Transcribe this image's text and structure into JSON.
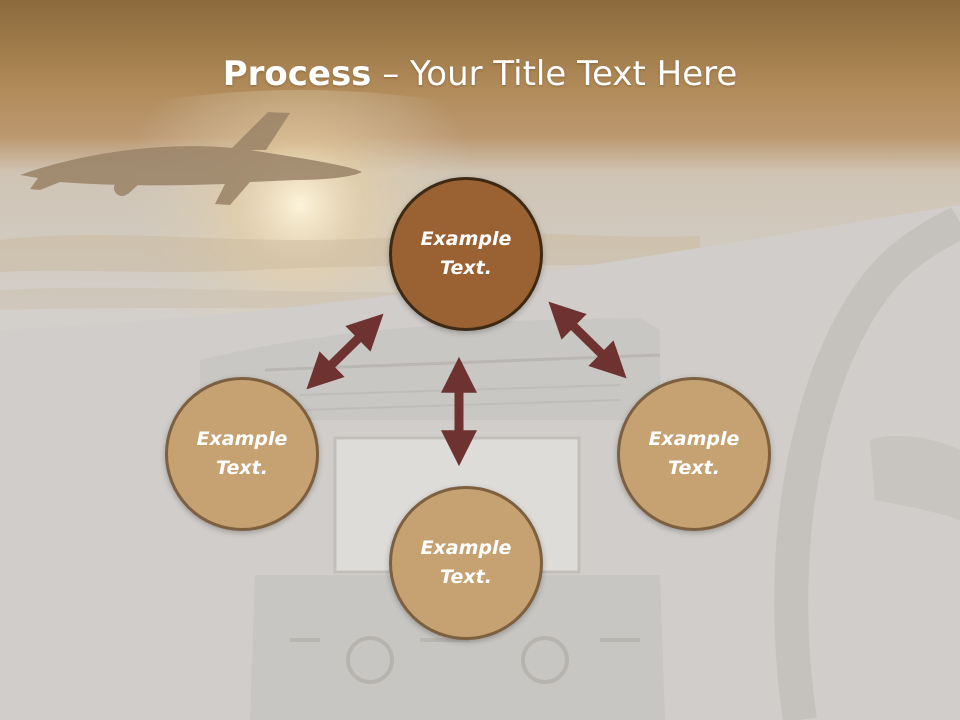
{
  "title": {
    "bold": "Process",
    "rest": " – Your Title Text Here"
  },
  "nodes": {
    "top": {
      "label": "Example Text."
    },
    "left": {
      "label": "Example Text."
    },
    "right": {
      "label": "Example Text."
    },
    "bottom": {
      "label": "Example Text."
    }
  },
  "colors": {
    "center_fill": "#9a6232",
    "center_border": "#3e2a14",
    "outer_fill": "#c6a272",
    "outer_border": "#7d6040",
    "arrow": "#6e3331",
    "header_band": "#a8804d"
  }
}
